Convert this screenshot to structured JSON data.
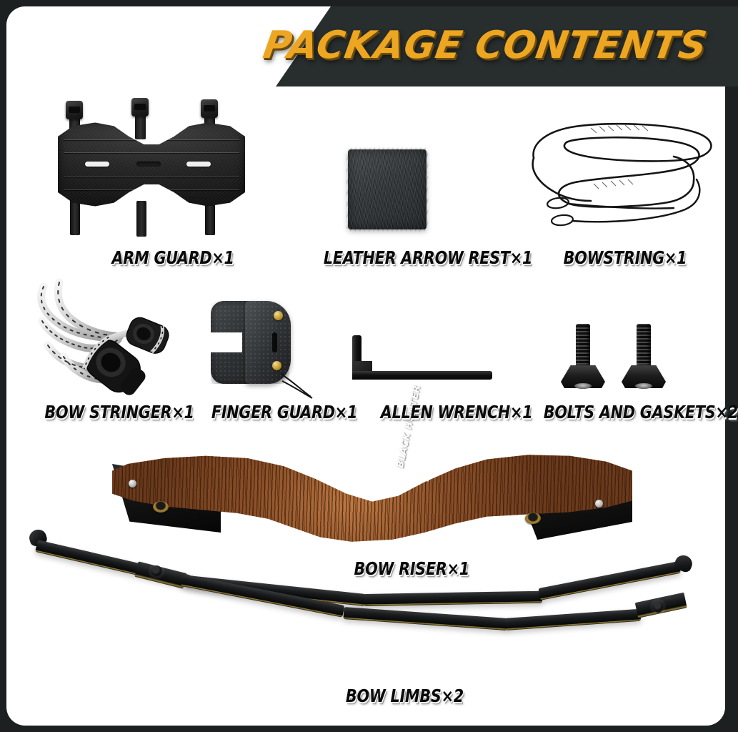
{
  "header": {
    "title": "PACKAGE CONTENTS",
    "banner_color": "#282d2d",
    "title_color": "#eca621"
  },
  "frame": {
    "border_color": "#1c2020",
    "card_color": "#ffffff"
  },
  "brand": {
    "logo_text": "BLACK HUNTER",
    "logo_icon": "bow-and-arrow-icon",
    "logo_color": "#ffffff"
  },
  "items": [
    {
      "id": "arm-guard",
      "label": "ARM GUARD×1",
      "name": "ARM GUARD",
      "qty": "×1",
      "icon": "arm-guard-image",
      "color": "#242424"
    },
    {
      "id": "leather-arrow-rest",
      "label": "LEATHER ARROW REST×1",
      "name": "LEATHER ARROW REST",
      "qty": "×1",
      "icon": "leather-arrow-rest-image",
      "color": "#33373a"
    },
    {
      "id": "bowstring",
      "label": "BOWSTRING×1",
      "name": "BOWSTRING",
      "qty": "×1",
      "icon": "bowstring-image",
      "color": "#111111"
    },
    {
      "id": "bow-stringer",
      "label": "BOW STRINGER×1",
      "name": "BOW STRINGER",
      "qty": "×1",
      "icon": "bow-stringer-image",
      "color": "#eeeeee"
    },
    {
      "id": "finger-guard",
      "label": "FINGER GUARD×1",
      "name": "FINGER GUARD",
      "qty": "×1",
      "icon": "finger-guard-image",
      "color": "#303335"
    },
    {
      "id": "allen-wrench",
      "label": "ALLEN WRENCH×1",
      "name": "ALLEN WRENCH",
      "qty": "×1",
      "icon": "allen-wrench-image",
      "color": "#131313"
    },
    {
      "id": "bolts-and-gaskets",
      "label": "BOLTS AND GASKETS×2",
      "name": "BOLTS AND GASKETS",
      "qty": "×2",
      "icon": "bolts-image",
      "color": "#1d1d1d"
    },
    {
      "id": "bow-riser",
      "label": "BOW RISER×1",
      "name": "BOW RISER",
      "qty": "×1",
      "icon": "bow-riser-image",
      "color": "#8b4f25"
    },
    {
      "id": "bow-limbs",
      "label": "BOW LIMBS×2",
      "name": "BOW LIMBS",
      "qty": "×2",
      "icon": "bow-limbs-image",
      "color": "#191b1c"
    }
  ]
}
